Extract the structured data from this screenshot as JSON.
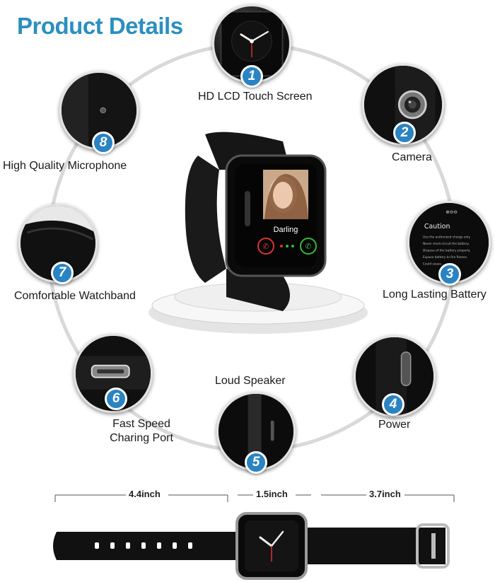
{
  "header": {
    "title": "Product Details"
  },
  "features": [
    {
      "num": "1",
      "label": "HD LCD Touch Screen"
    },
    {
      "num": "2",
      "label": "Camera"
    },
    {
      "num": "3",
      "label": "Long Lasting Battery"
    },
    {
      "num": "4",
      "label": "Power"
    },
    {
      "num": "5",
      "label": "Loud Speaker"
    },
    {
      "num": "6",
      "label_line1": "Fast Speed",
      "label_line2": "Charing Port"
    },
    {
      "num": "7",
      "label": "Comfortable  Watchband"
    },
    {
      "num": "8",
      "label": "High Quality Microphone"
    }
  ],
  "center_watch": {
    "caller_name": "Darling"
  },
  "battery_panel": {
    "heading": "Caution",
    "lines": [
      "Use the authorized charge only.",
      "Never short-circuit the battery.",
      "Dispose of the battery properly.",
      "Expose battery to fire flames.",
      "Could cause..."
    ]
  },
  "dimensions": {
    "left": "4.4inch",
    "middle": "1.5inch",
    "right": "3.7inch"
  },
  "colors": {
    "title": "#2b8fc0",
    "badge": "#2a83c2",
    "ring": "#d9d9d9"
  }
}
